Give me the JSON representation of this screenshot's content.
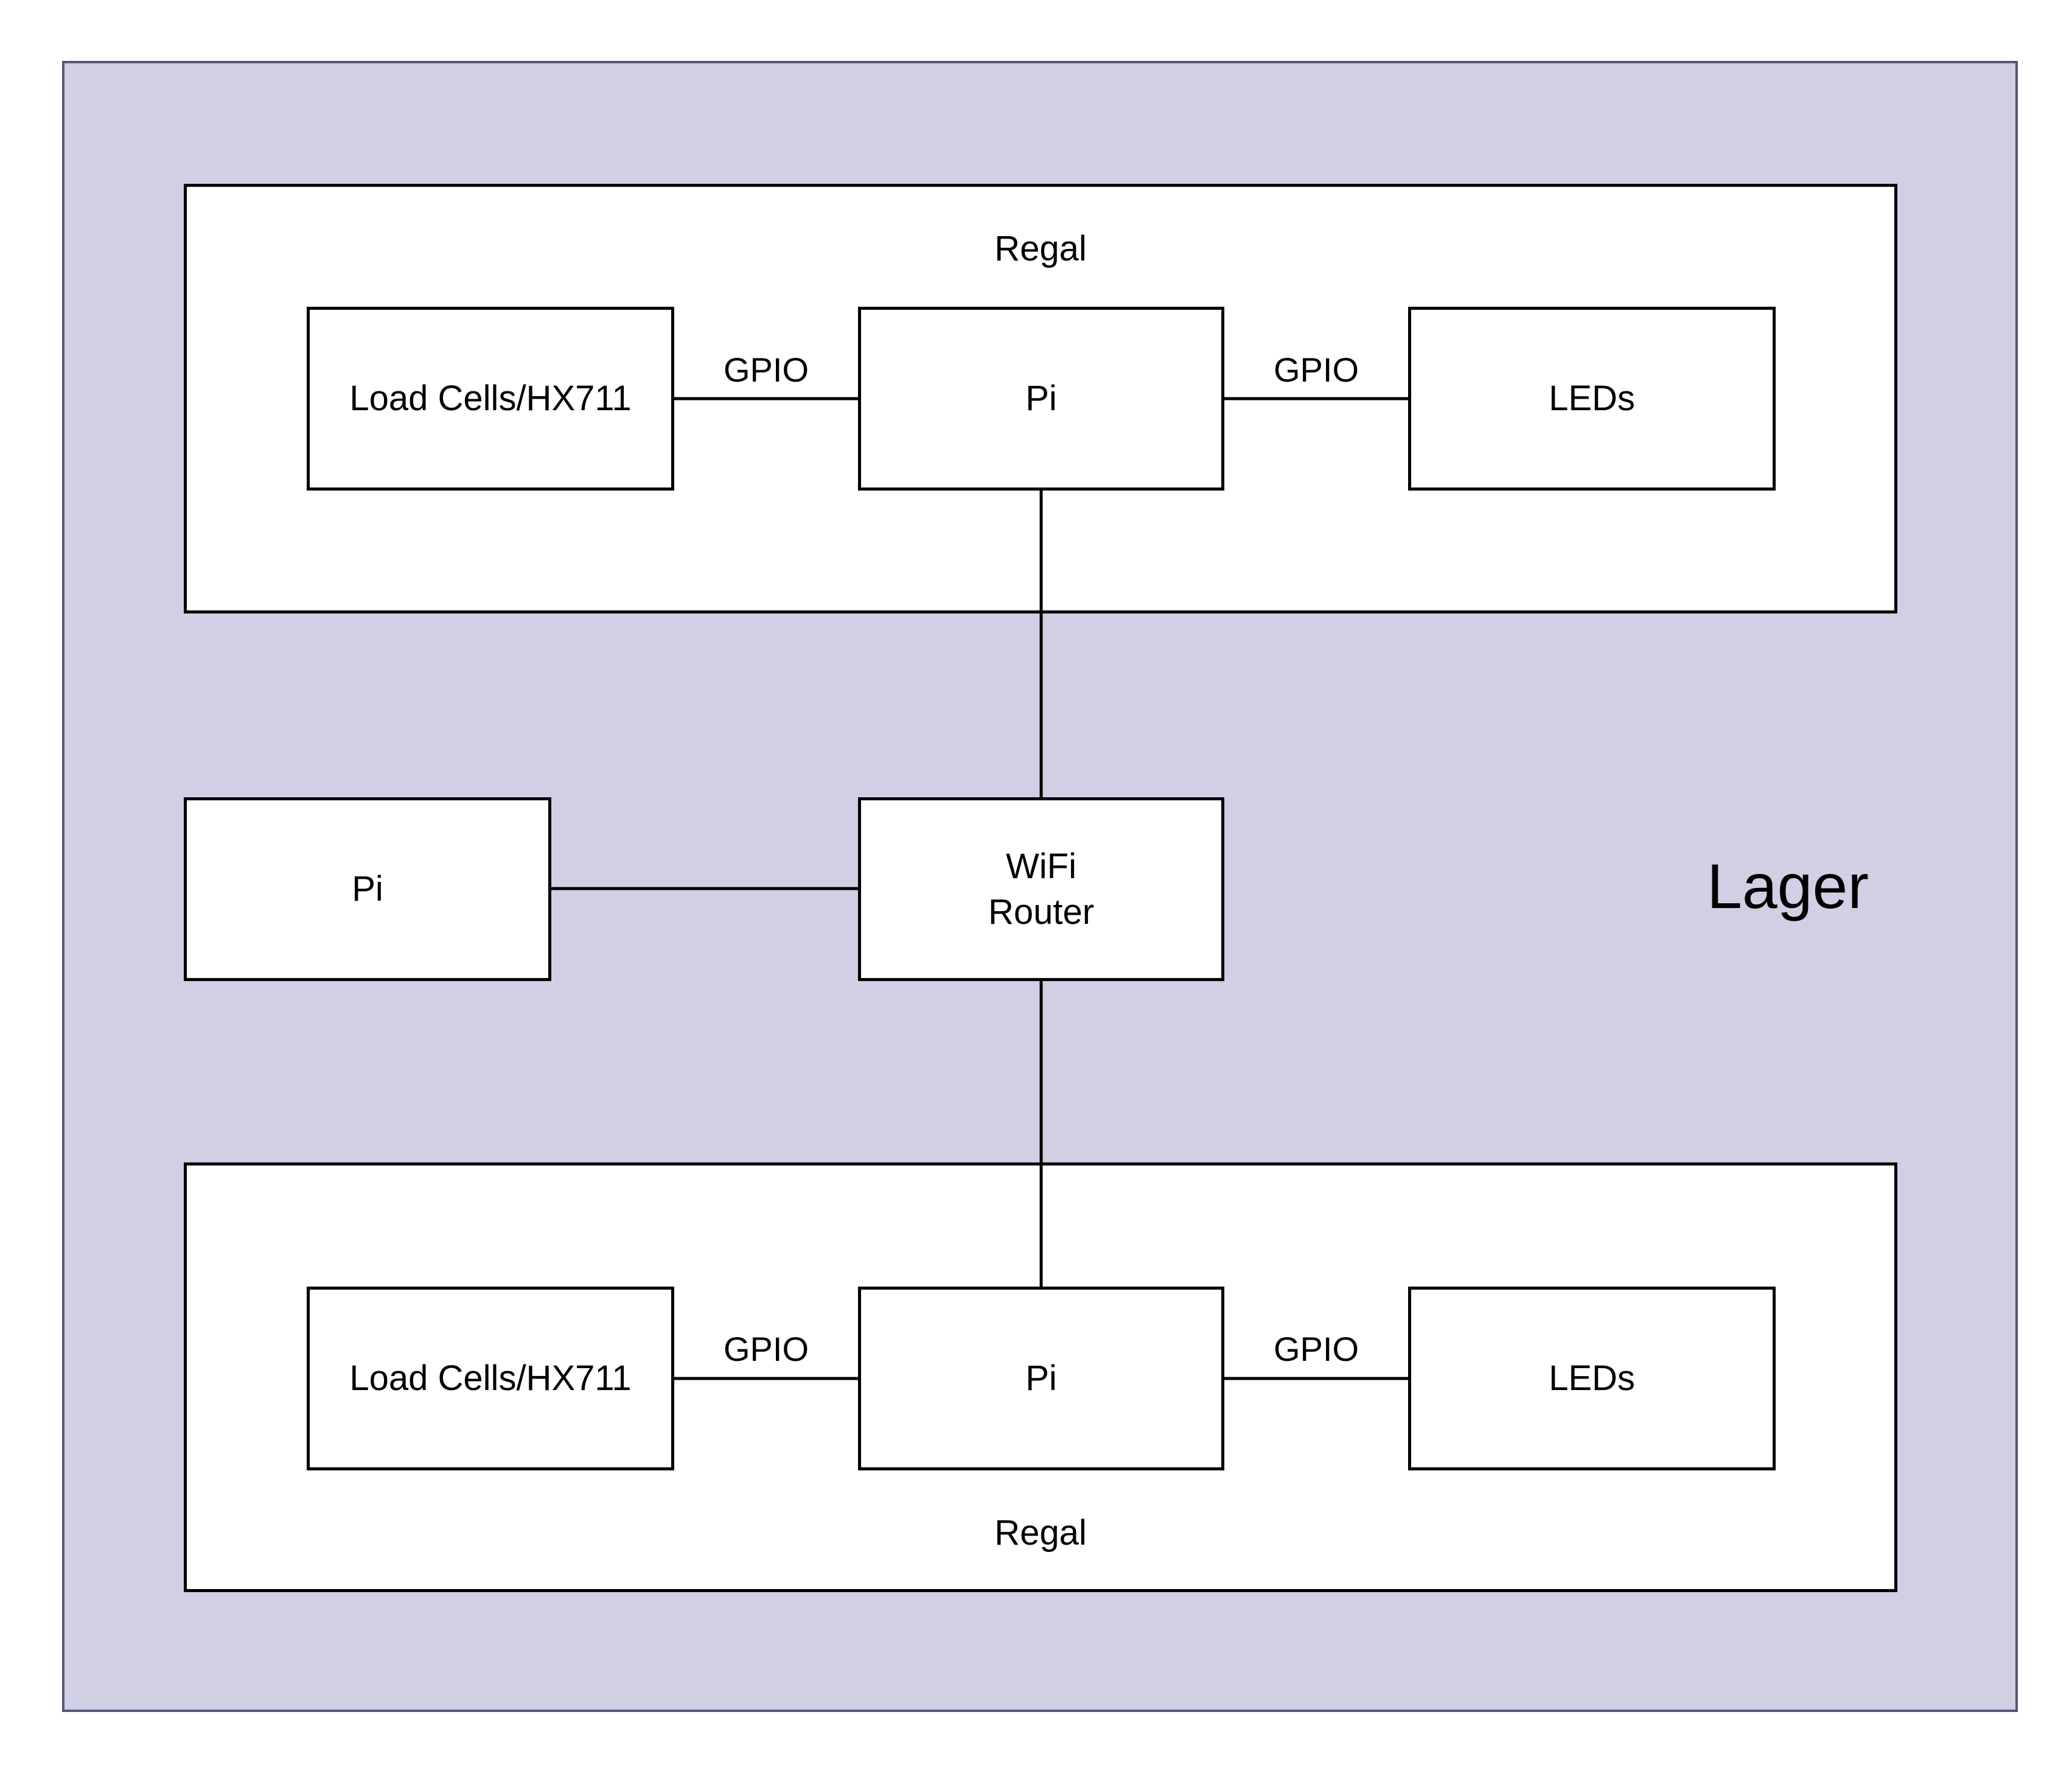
{
  "diagram": {
    "region_label": "Lager",
    "top_shelf": {
      "label": "Regal",
      "left_node": "Load Cells/HX711",
      "center_node": "Pi",
      "right_node": "LEDs",
      "left_link": "GPIO",
      "right_link": "GPIO"
    },
    "bottom_shelf": {
      "label": "Regal",
      "left_node": "Load Cells/HX711",
      "center_node": "Pi",
      "right_node": "LEDs",
      "left_link": "GPIO",
      "right_link": "GPIO"
    },
    "router": {
      "line1": "WiFi",
      "line2": "Router"
    },
    "standalone_pi": "Pi",
    "colors": {
      "background": "#d0cfe4",
      "outer_border": "#56577a",
      "box_fill": "#ffffff",
      "stroke": "#000000"
    }
  }
}
